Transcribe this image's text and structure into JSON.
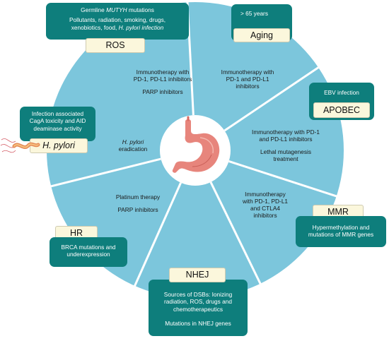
{
  "colors": {
    "wheel": "#7cc6dc",
    "divider": "#ffffff",
    "center": "#ffffff",
    "box": "#0e7e7c",
    "box_text": "#ffffff",
    "tag_bg": "#fbf7dc",
    "stomach": "#e7857c"
  },
  "center_icon": "stomach-icon",
  "sectors": {
    "ros": {
      "tag": "ROS",
      "box": {
        "line1_prefix": "Germline ",
        "line1_gene": "MUTYH",
        "line1_suffix": " mutations",
        "line2": "Pollutants, radiation, smoking, drugs,",
        "line3_prefix": "xenobiotics, food, ",
        "line3_italic": "H. pylori infection"
      },
      "therapy": [
        "Immunotherapy with",
        "PD-1, PD-L1 inhibitors",
        "PARP inhibitors"
      ]
    },
    "aging": {
      "tag": "Aging",
      "box": "> 65 years",
      "therapy": [
        "Immunotherapy with",
        "PD-1 and PD-L1",
        "inhibitors"
      ]
    },
    "apobec": {
      "tag": "APOBEC",
      "box": "EBV infection",
      "therapy": [
        "Immunotherapy with PD-1",
        "and PD-L1 inhibitors",
        "Lethal mutagenesis",
        "treatment"
      ]
    },
    "mmr": {
      "tag": "MMR",
      "box": [
        "Hypermethylation  and",
        "mutations of MMR genes"
      ],
      "therapy": [
        "Immunotherapy",
        "with PD-1,  PD-L1",
        "and CTLA4",
        "inhibitors"
      ]
    },
    "nhej": {
      "tag": "NHEJ",
      "box": [
        "Sources of DSBs: Ionizing",
        "radiation, ROS, drugs and",
        "chemotherapeutics",
        "Mutations in NHEJ genes"
      ],
      "therapy": []
    },
    "hr": {
      "tag": "HR",
      "box": [
        "BRCA mutations and",
        "underexpression"
      ],
      "therapy": [
        "Platinum therapy",
        "PARP inhibitors"
      ]
    },
    "hpylori": {
      "tag": "H. pylori",
      "box": [
        "Infection associated",
        "CagA toxicity and AID",
        "deaminase activity"
      ],
      "therapy_italic": "H. pylori",
      "therapy": "eradication"
    }
  }
}
